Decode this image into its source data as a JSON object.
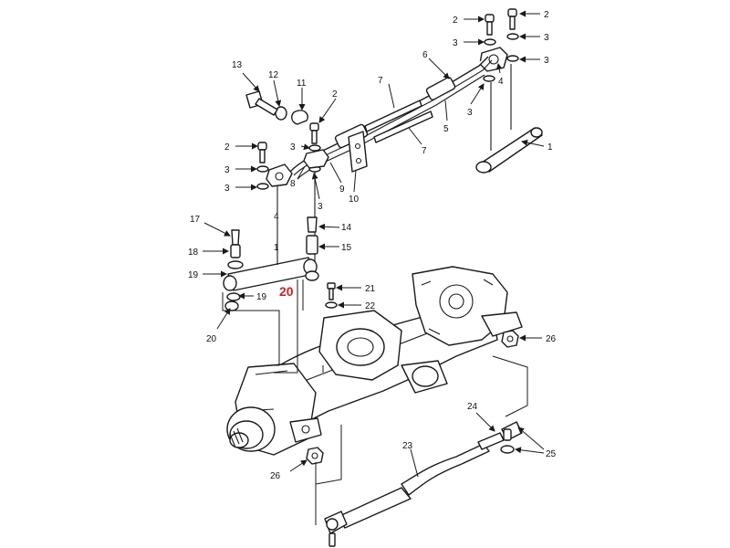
{
  "callouts": {
    "n1": "1",
    "n2": "2",
    "n3": "3",
    "n4": "4",
    "n5": "5",
    "n6": "6",
    "n7": "7",
    "n8": "8",
    "n9": "9",
    "n10": "10",
    "n11": "11",
    "n12": "12",
    "n13": "13",
    "n14": "14",
    "n15": "15",
    "n17": "17",
    "n18": "18",
    "n19": "19",
    "n20": "20",
    "n21": "21",
    "n22": "22",
    "n23": "23",
    "n24": "24",
    "n25": "25",
    "n26": "26"
  },
  "highlight": {
    "label": "20",
    "color": "#d41f1f"
  }
}
